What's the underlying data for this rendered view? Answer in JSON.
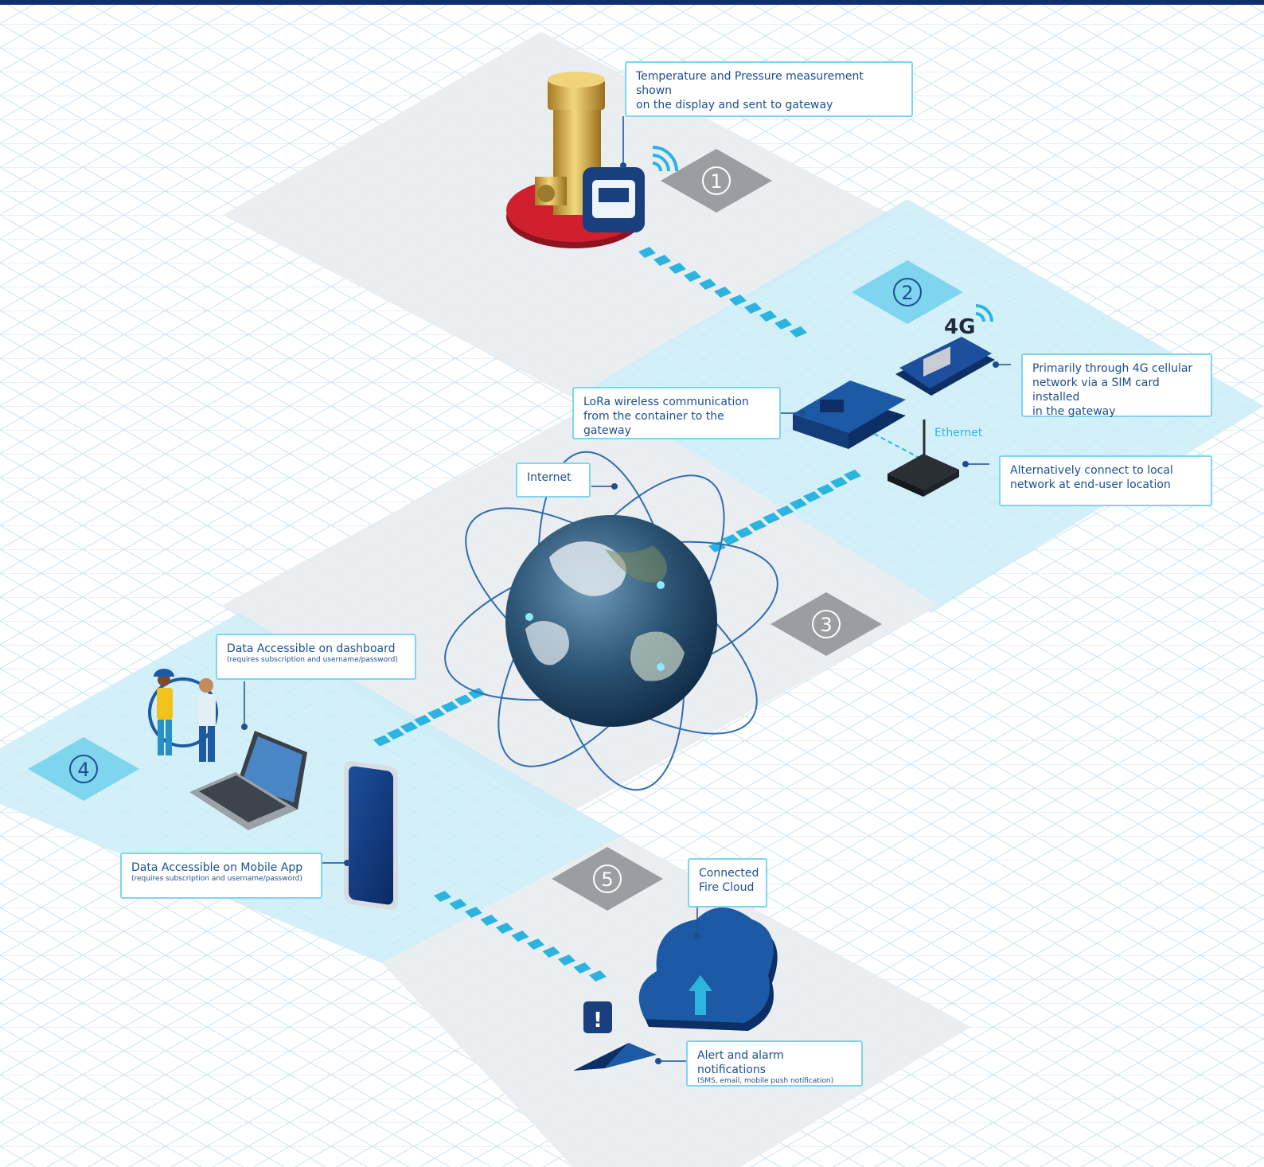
{
  "colors": {
    "accent": "#1b4f8f",
    "callout_border": "#7fd4ee",
    "tile_blue": "#c8ecf8",
    "tile_grey": "#e9ecef",
    "top_bar": "#0f2f6e"
  },
  "steps": {
    "s1": "1",
    "s2": "2",
    "s3": "3",
    "s4": "4",
    "s5": "5"
  },
  "callouts": {
    "sensor": {
      "line1": "Temperature and Pressure measurement shown",
      "line2": "on the display and sent to gateway"
    },
    "cellular": {
      "line1": "Primarily through 4G cellular",
      "line2": "network via a SIM card installed",
      "line3": "in the gateway"
    },
    "lora": {
      "line1": "LoRa wireless communication",
      "line2": "from the container to the gateway"
    },
    "local": {
      "line1": "Alternatively connect to local",
      "line2": "network at end-user location"
    },
    "internet": {
      "line1": "Internet"
    },
    "dashboard": {
      "line1": "Data Accessible on dashboard",
      "small": "(requires subscription and username/password)"
    },
    "mobile": {
      "line1": "Data Accessible on Mobile App",
      "small": "(requires subscription and username/password)"
    },
    "cloud": {
      "line1": "Connected",
      "line2": "Fire Cloud"
    },
    "alerts": {
      "line1": "Alert and alarm notifications",
      "small": "(SMS, email, mobile push notification)"
    }
  },
  "labels": {
    "ethernet": "Ethernet",
    "fourg": "4G",
    "alert_mark": "!"
  },
  "icons": [
    "valve-sensor-icon",
    "wifi-icon",
    "sim-card-icon",
    "gateway-icon",
    "router-icon",
    "globe-icon",
    "workers-icon",
    "laptop-icon",
    "smartphone-icon",
    "cloud-upload-icon",
    "alert-icon",
    "envelope-icon"
  ]
}
